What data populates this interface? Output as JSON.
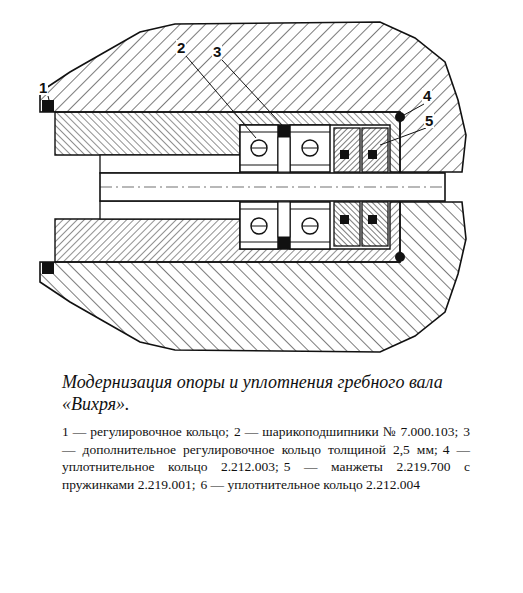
{
  "diagram": {
    "caption": "Модернизация опоры и уплотнения гребного вала «Вихря».",
    "labels": [
      "1",
      "2",
      "3",
      "4",
      "5",
      "1 — регулировочное кольцо;",
      "2 — шарикоподшипники № 7.000.103;",
      "3 — дополнительное регулировочное кольцо толщиной 2,5 мм;",
      "4 — уплотнительное кольцо 2.212.003;",
      "5 — манжеты 2.219.700 с пружинками 2.219.001;",
      "6 — уплотнительное кольцо 2.212.004"
    ]
  }
}
